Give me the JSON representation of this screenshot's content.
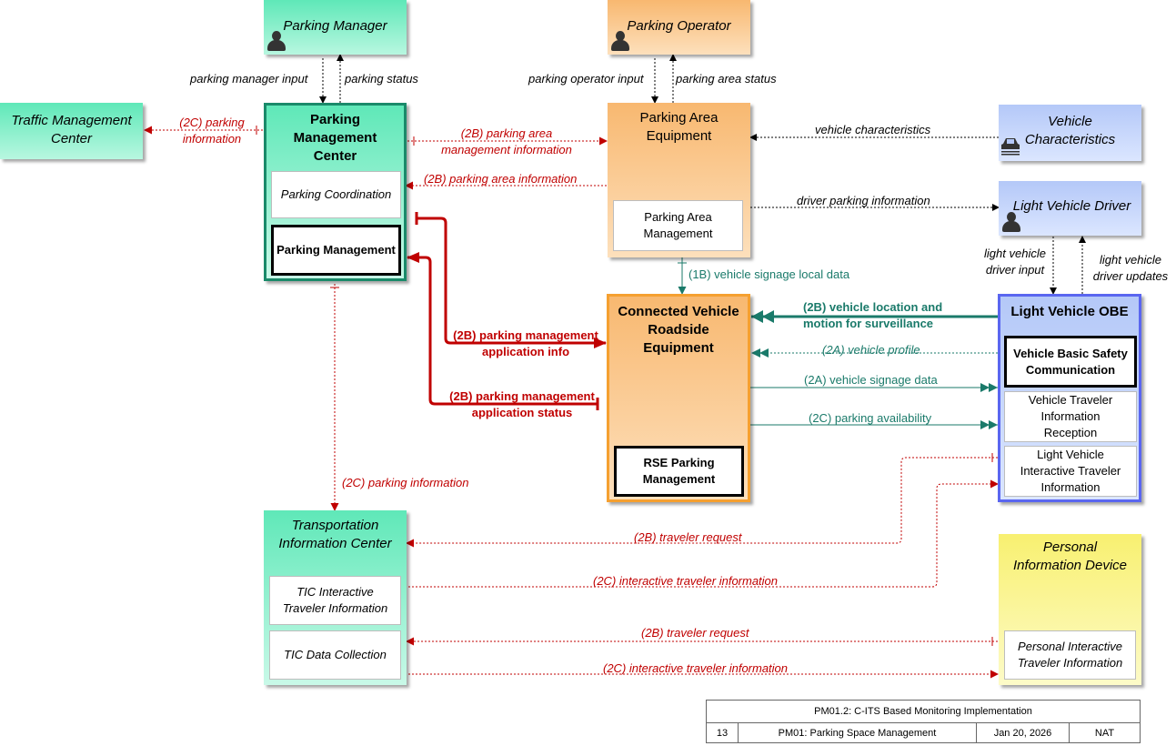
{
  "nodes": {
    "parking_manager": {
      "title": "Parking Manager"
    },
    "parking_operator": {
      "title": "Parking Operator"
    },
    "traffic_mgmt_center": {
      "title": "Traffic Management Center"
    },
    "parking_mgmt_center": {
      "title": "Parking Management Center",
      "sub": [
        "Parking Coordination",
        "Parking Management"
      ]
    },
    "parking_area_equipment": {
      "title": "Parking Area Equipment",
      "sub": [
        "Parking Area Management"
      ]
    },
    "vehicle_characteristics": {
      "title": "Vehicle Characteristics"
    },
    "light_vehicle_driver": {
      "title": "Light Vehicle Driver"
    },
    "cv_roadside_equipment": {
      "title": "Connected Vehicle Roadside Equipment",
      "sub": [
        "RSE Parking Management"
      ]
    },
    "light_vehicle_obe": {
      "title": "Light Vehicle OBE",
      "sub": [
        "Vehicle Basic Safety Communication",
        "Vehicle Traveler Information Reception",
        "Light Vehicle Interactive Traveler Information"
      ]
    },
    "transportation_info_center": {
      "title": "Transportation Information Center",
      "sub": [
        "TIC Interactive Traveler Information",
        "TIC Data Collection"
      ]
    },
    "personal_info_device": {
      "title": "Personal Information Device",
      "sub": [
        "Personal Interactive Traveler Information"
      ]
    }
  },
  "flows": {
    "pm_input": "parking manager input",
    "pm_status": "parking status",
    "po_input": "parking operator input",
    "po_status": "parking area status",
    "tmc_parking_info": "(2C) parking information",
    "pa_mgmt_info": "(2B) parking area management information",
    "pa_info": "(2B) parking area information",
    "veh_char": "vehicle characteristics",
    "driver_parking_info": "driver parking information",
    "signage_local": "(1B) vehicle signage local data",
    "driver_input": "light vehicle driver input",
    "driver_updates": "light vehicle driver updates",
    "veh_loc_surv": "(2B) vehicle location and motion for surveillance",
    "veh_profile": "(2A) vehicle profile",
    "signage_data": "(2A) vehicle signage data",
    "parking_avail": "(2C) parking availability",
    "pm_app_info": "(2B) parking management application info",
    "pm_app_status": "(2B) parking management application status",
    "tic_parking_info": "(2C) parking information",
    "trav_req_1": "(2B) traveler request",
    "itv_info_1": "(2C) interactive traveler information",
    "trav_req_2": "(2B) traveler request",
    "itv_info_2": "(2C) interactive traveler information"
  },
  "footer": {
    "title": "PM01.2: C-ITS Based Monitoring Implementation",
    "num": "13",
    "name": "PM01: Parking Space Management",
    "date": "Jan 20, 2026",
    "scope": "NAT"
  },
  "colors": {
    "red": "#c00000",
    "teal": "#1a7a6a",
    "black": "#000000"
  }
}
